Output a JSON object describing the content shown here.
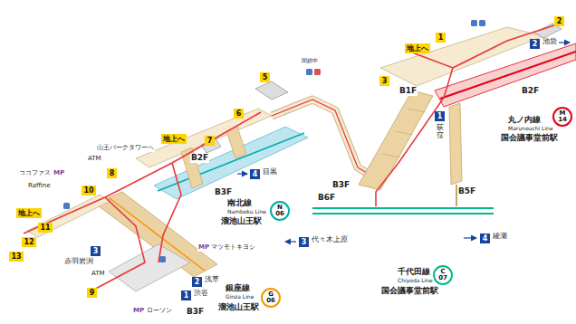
{
  "diagram": {
    "nodes": [
      {
        "text": [
          "2"
        ]
      },
      {
        "text": [
          "1"
        ]
      },
      {
        "text": [
          "地上へ"
        ]
      },
      {
        "text": [
          "5"
        ]
      },
      {
        "text": [
          "3"
        ]
      },
      {
        "text": [
          "6"
        ]
      },
      {
        "text": [
          "地上へ"
        ]
      },
      {
        "text": [
          "7"
        ]
      },
      {
        "text": [
          "8"
        ]
      },
      {
        "text": [
          "10"
        ]
      },
      {
        "text": [
          "地上へ"
        ]
      },
      {
        "text": [
          "11"
        ]
      },
      {
        "text": [
          "12"
        ]
      },
      {
        "text": [
          "13"
        ]
      },
      {
        "text": [
          "9"
        ]
      },
      {
        "text": [
          "4"
        ]
      },
      {
        "text": [
          "3"
        ]
      },
      {
        "text": [
          "2"
        ]
      },
      {
        "text": [
          "1"
        ]
      },
      {
        "text": [
          "1"
        ]
      },
      {
        "text": [
          "2"
        ]
      },
      {
        "text": [
          "4"
        ]
      },
      {
        "text": [
          "3"
        ]
      },
      {
        "text": [
          "N",
          "06"
        ]
      },
      {
        "text": [
          "G",
          "06"
        ]
      },
      {
        "text": [
          "M",
          "14"
        ]
      },
      {
        "text": [
          "C",
          "07"
        ]
      }
    ],
    "labels": [
      "閉鎖中",
      "山王パークタワーへ",
      "ATM",
      "ココファス",
      "MP",
      "Raffine",
      "B2F",
      "目黒",
      "B3F",
      "南北線",
      "Namboku Line",
      "溜池山王駅",
      "赤羽岩渕",
      "ATM",
      "MP",
      "マツモトキヨシ",
      "浅草",
      "渋谷",
      "銀座線",
      "Ginza Line",
      "溜池山王駅",
      "MP",
      "ローソン",
      "B3F",
      "池袋",
      "B1F",
      "B2F",
      "荻窪",
      "丸ノ内線",
      "Marunouchi Line",
      "国会議事堂前駅",
      "B3F",
      "B5F",
      "B6F",
      "綾瀬",
      "代々木上原",
      "千代田線",
      "Chiyoda Line",
      "国会議事堂前駅"
    ]
  }
}
